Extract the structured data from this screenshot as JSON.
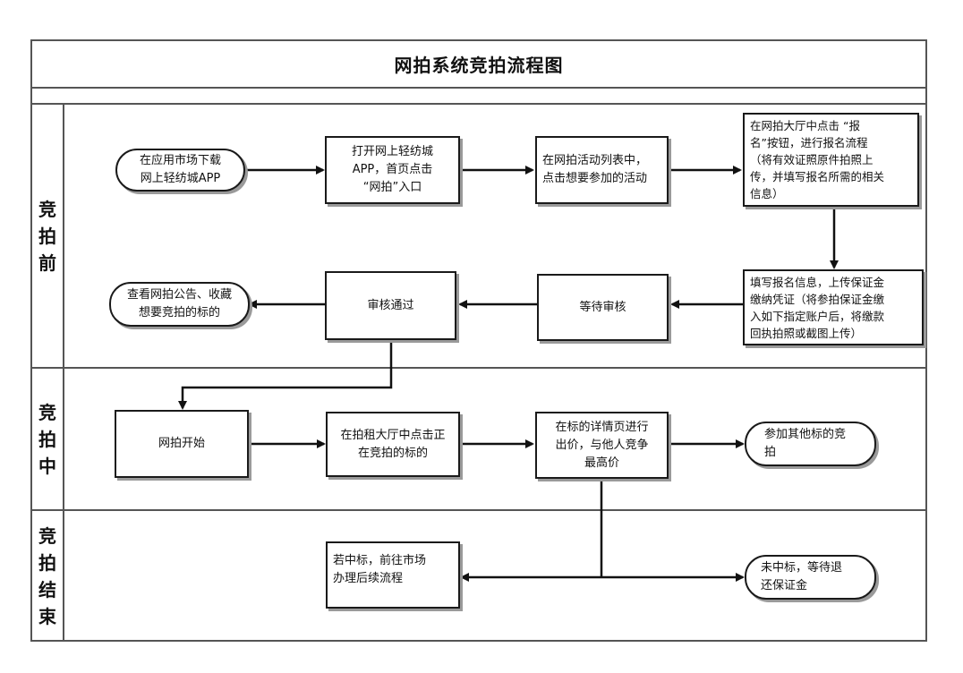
{
  "title": "网拍系统竞拍流程图",
  "lanes": {
    "before": "竞\n拍\n前",
    "during": "竞\n拍\n中",
    "after": "竞\n拍\n结\n束"
  },
  "nodes": {
    "download": "在应用市场下载\n网上轻纺城APP",
    "open_app": "打开网上轻纺城\nAPP，首页点击\n“网拍”入口",
    "choose_activity": "在网拍活动列表中，\n点击想要参加的活动",
    "signup": "在网拍大厅中点击 “报\n名”按钮，进行报名流程\n（将有效证照原件拍照上\n传，并填写报名所需的相关\n信息）",
    "fill_info": "填写报名信息，上传保证金\n缴纳凭证（将参拍保证金缴\n入如下指定账户后，将缴款\n回执拍照或截图上传）",
    "wait_review": "等待审核",
    "approved": "审核通过",
    "view_notice": "查看网拍公告、收藏\n想要竞拍的标的",
    "auction_start": "网拍开始",
    "click_lot": "在拍租大厅中点击正\n在竞拍的标的",
    "bid": "在标的详情页进行\n出价，与他人竞争\n最高价",
    "join_other": "参加其他标的竞\n拍",
    "won": "若中标，前往市场\n办理后续流程",
    "lost": "未中标，等待退\n还保证金"
  }
}
